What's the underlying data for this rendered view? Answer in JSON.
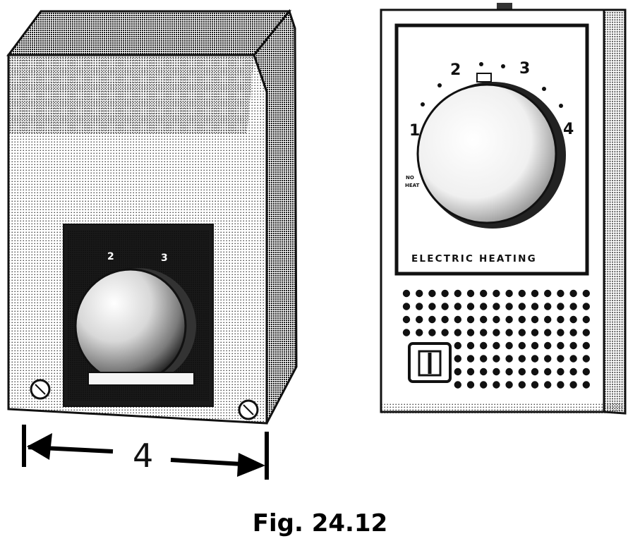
{
  "caption": "Fig.  24.12",
  "dimension": {
    "value": "4"
  },
  "left_unit": {
    "dial_numbers": [
      "2",
      "3"
    ]
  },
  "right_unit": {
    "dial_numbers": [
      "1",
      "2",
      "3",
      "4"
    ],
    "brand_label": "ELECTRIC HEATING",
    "off_label_line1": "NO",
    "off_label_line2": "HEAT"
  },
  "colors": {
    "ink": "#111111",
    "paper": "#ffffff"
  }
}
